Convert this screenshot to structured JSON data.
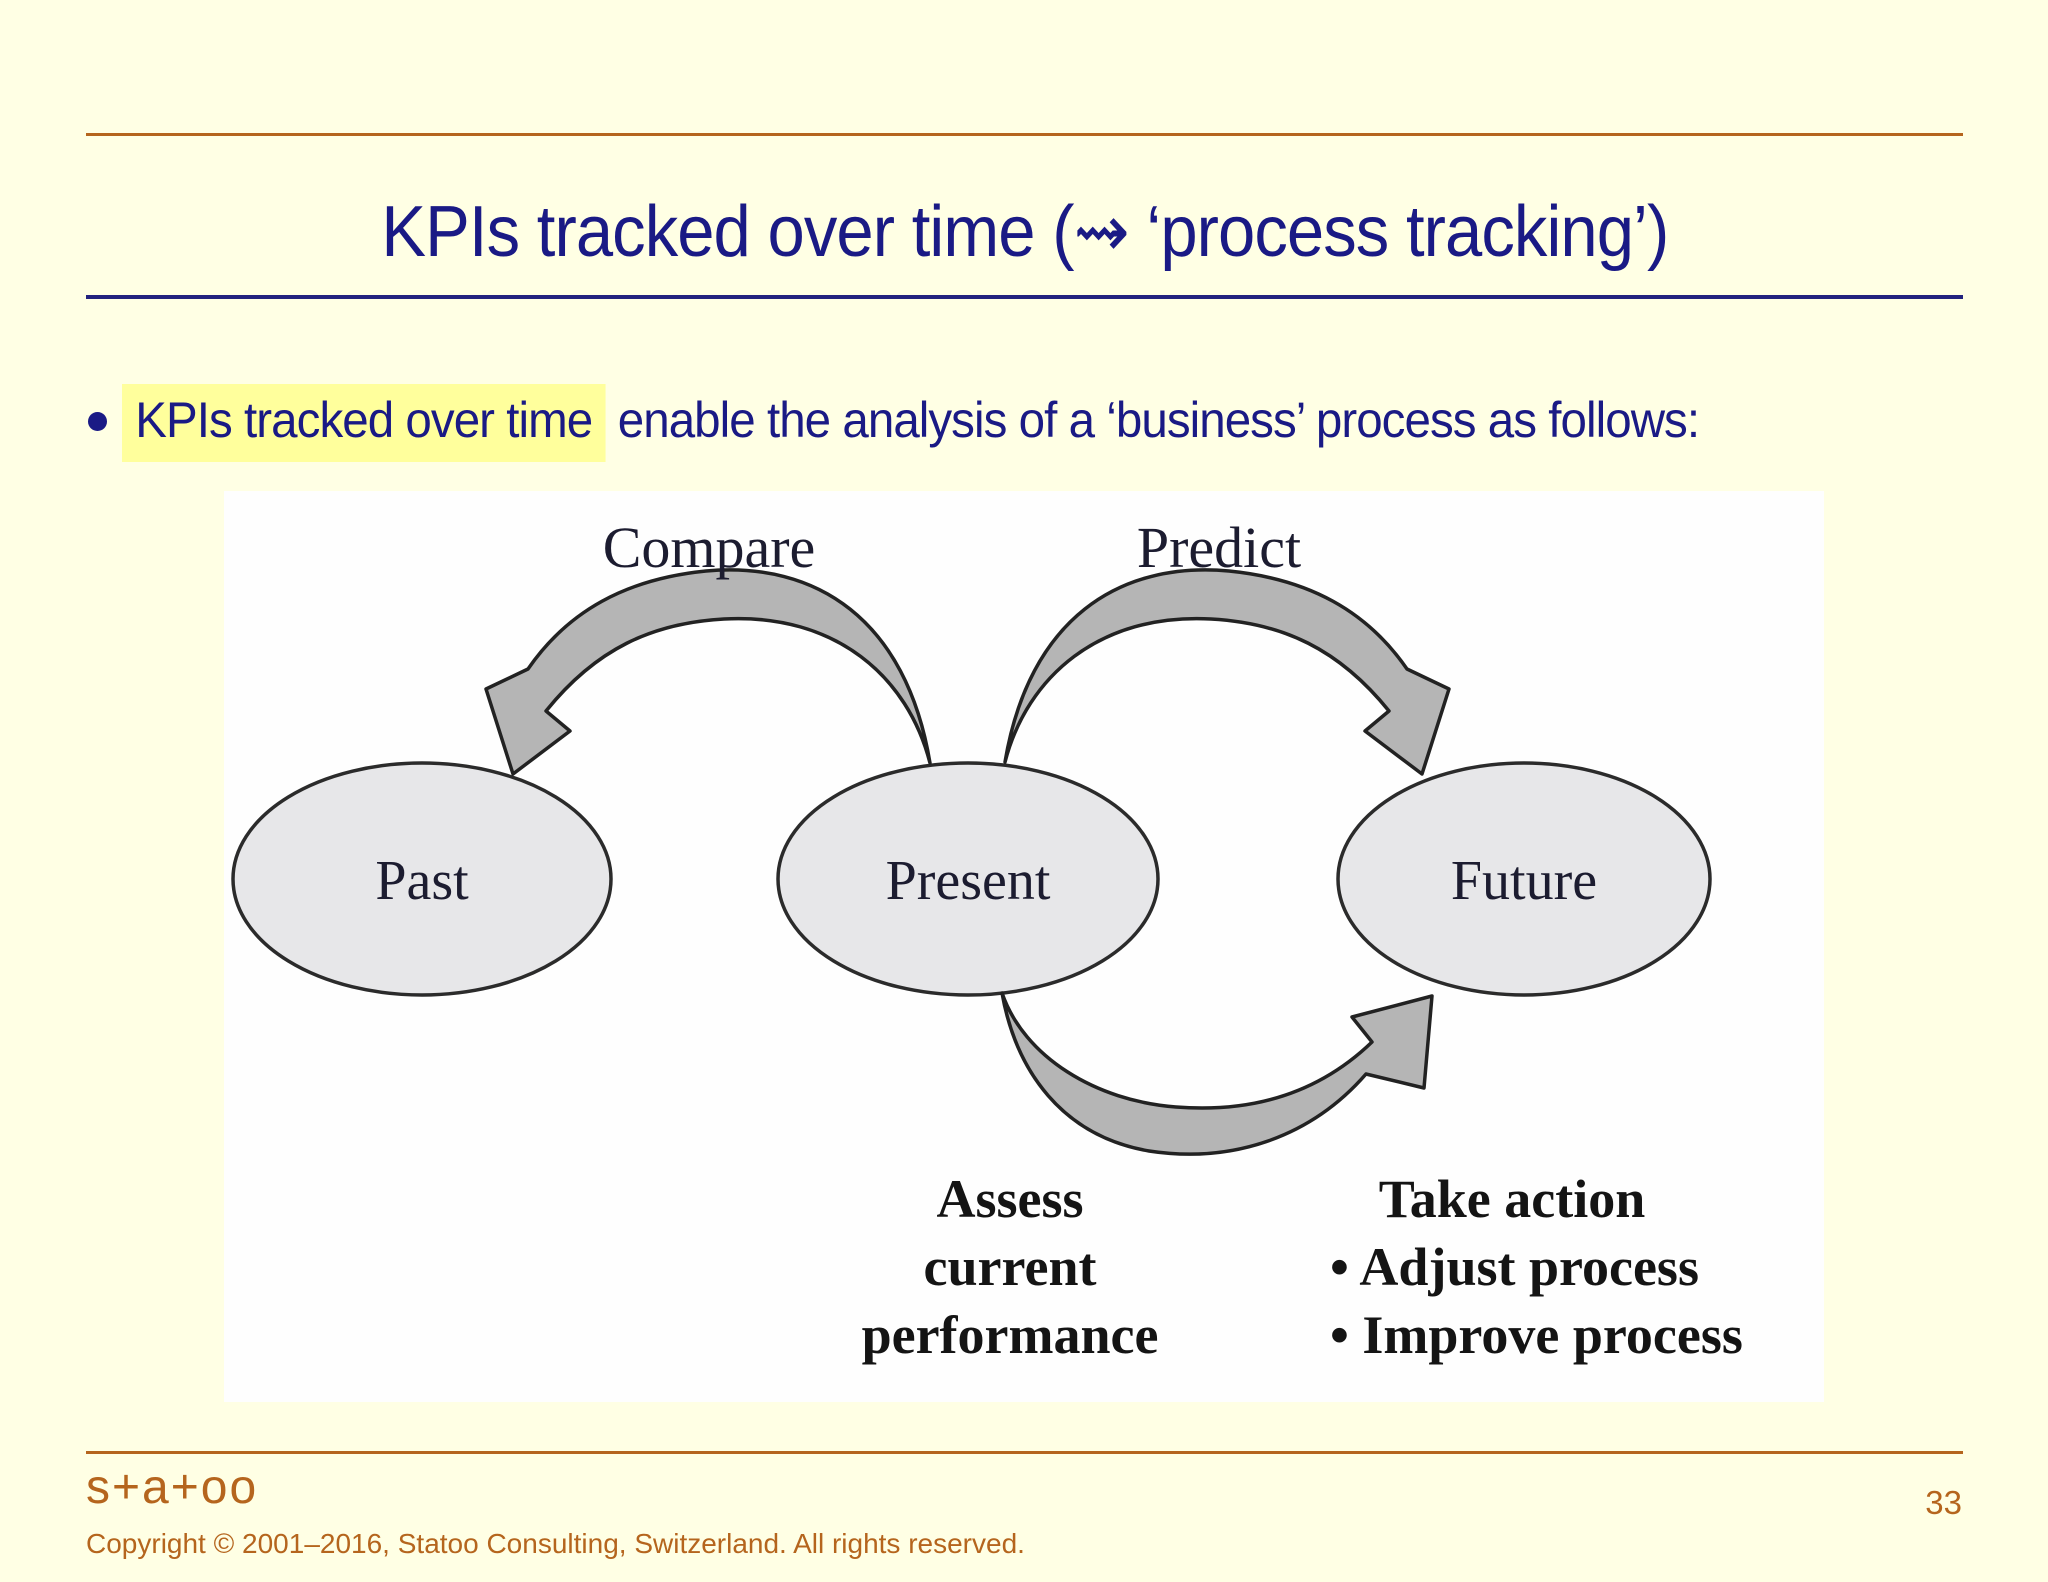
{
  "slide": {
    "title": "KPIs tracked over time (⇝ ‘process tracking’)",
    "bullet": {
      "highlight": "KPIs tracked over time",
      "rest": " enable the analysis of a ‘business’ process as follows:"
    }
  },
  "diagram": {
    "nodes": {
      "past": "Past",
      "present": "Present",
      "future": "Future"
    },
    "arrow_labels": {
      "compare": "Compare",
      "predict": "Predict"
    },
    "assess": {
      "line1": "Assess",
      "line2": "current",
      "line3": "performance"
    },
    "take_action": {
      "title": "Take action",
      "item1": "• Adjust process",
      "item2": "• Improve process"
    }
  },
  "footer": {
    "logo": "s+a+oo",
    "copyright": "Copyright © 2001–2016, Statoo Consulting, Switzerland. All rights reserved.",
    "page_number": "33"
  },
  "colors": {
    "background": "#FFFFE4",
    "navy": "#1A1A85",
    "orange_accent": "#B5651D",
    "highlight_yellow": "#FFFF9C",
    "diagram_background": "#FEFEFE",
    "node_fill": "#E7E7E9",
    "arrow_fill": "#B5B5B5"
  }
}
